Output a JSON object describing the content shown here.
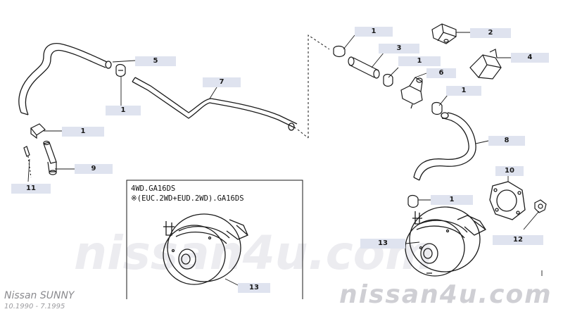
{
  "callouts": {
    "c1": "1",
    "c2": "2",
    "c3": "3",
    "c4": "4",
    "c5": "5",
    "c6": "6",
    "c7": "7",
    "c8": "8",
    "c9": "9",
    "c10": "10",
    "c11": "11",
    "c12": "12",
    "c13": "13"
  },
  "inset": {
    "line1": "4WD.GA16DS",
    "line2": "※(EUC.2WD+EUD.2WD).GA16DS"
  },
  "watermark": {
    "center": "nissan4u.com",
    "bottom_right": "nissan4u.com"
  },
  "model": {
    "name": "Nissan SUNNY",
    "years": "10.1990  - 7.1995"
  },
  "colors": {
    "line": "#1a1a1a",
    "callout_bg": "#dfe3ef",
    "watermark": "#e6e6ea"
  }
}
